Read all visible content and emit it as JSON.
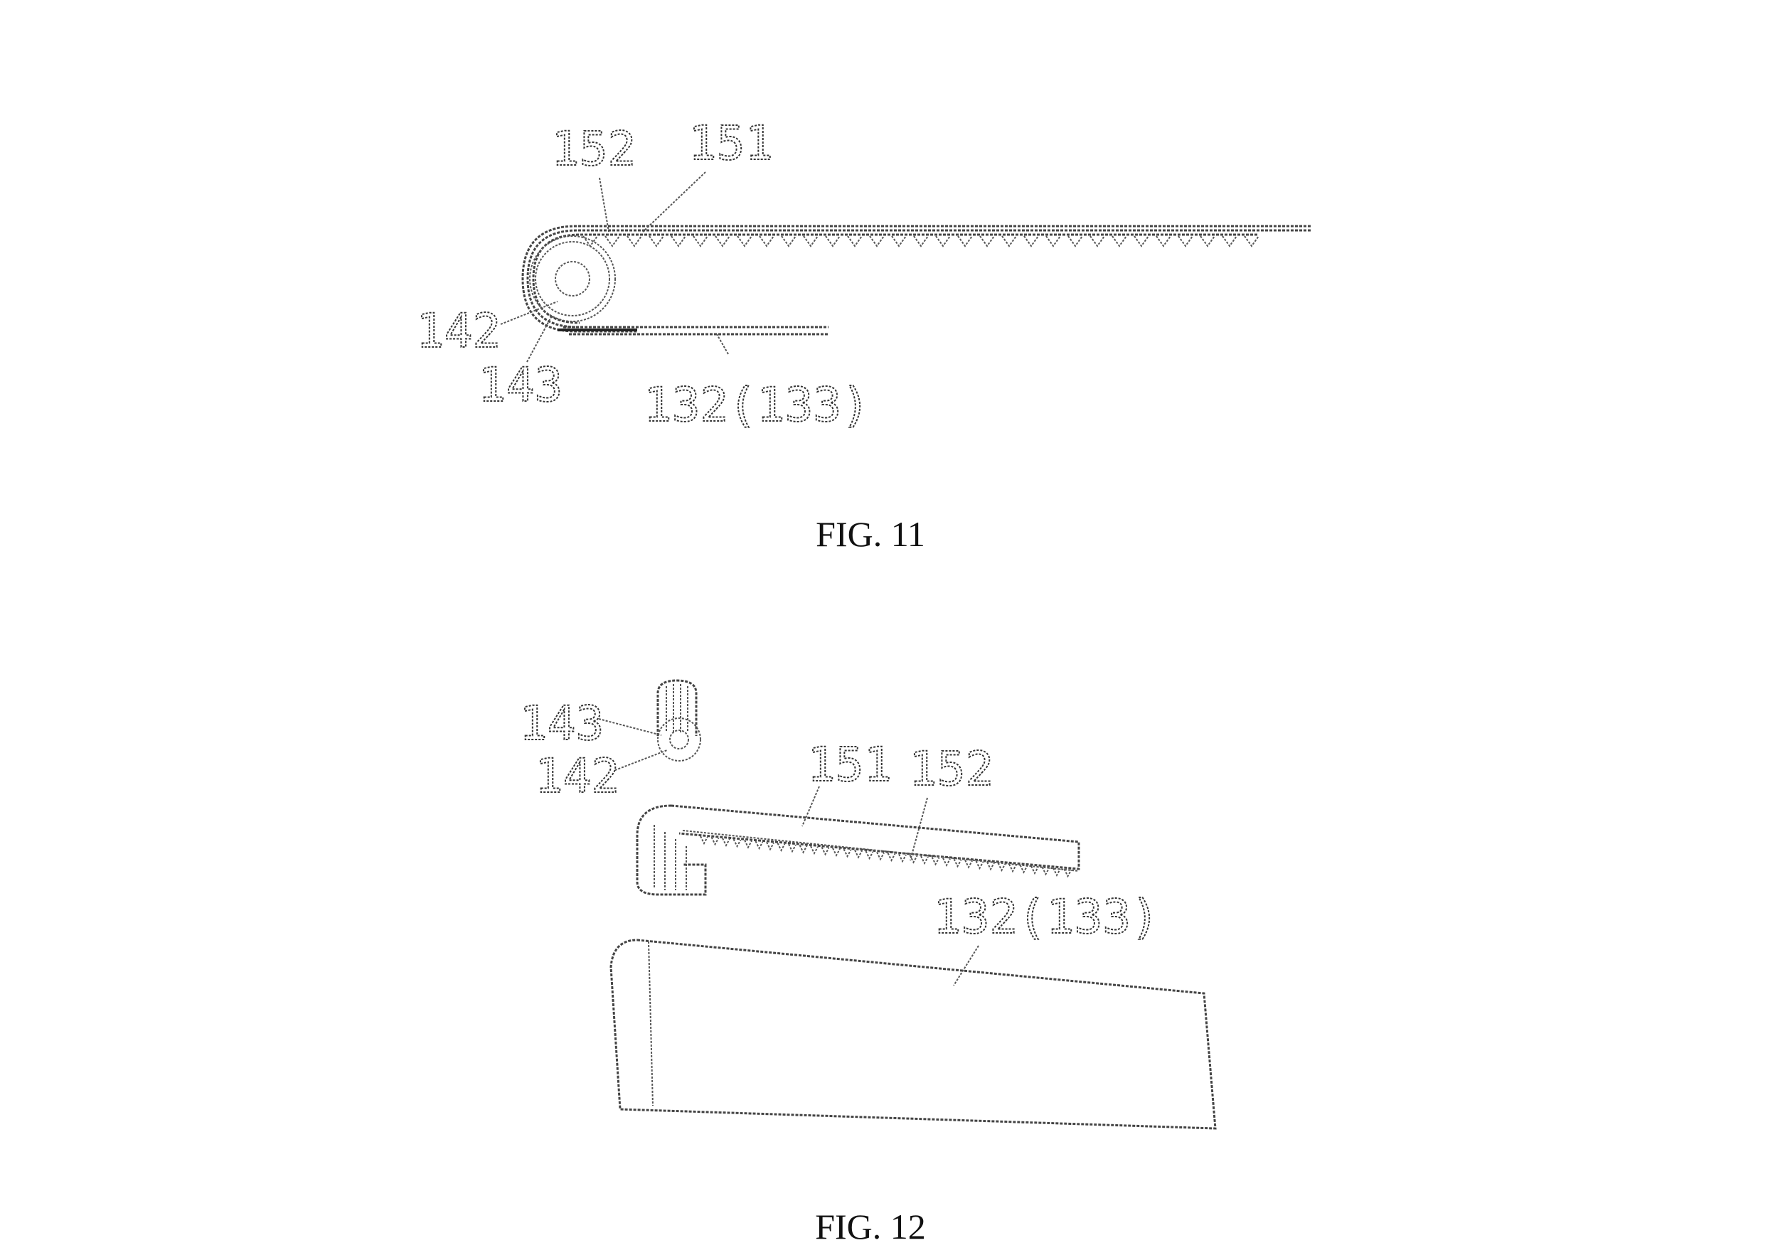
{
  "figures": [
    {
      "caption": "FIG. 11",
      "labels": {
        "l152": "152",
        "l151": "151",
        "l142": "142",
        "l143": "143",
        "l132": "132(133)"
      }
    },
    {
      "caption": "FIG. 12",
      "labels": {
        "l143": "143",
        "l142": "142",
        "l151": "151",
        "l152": "152",
        "l132": "132(133)"
      }
    }
  ]
}
